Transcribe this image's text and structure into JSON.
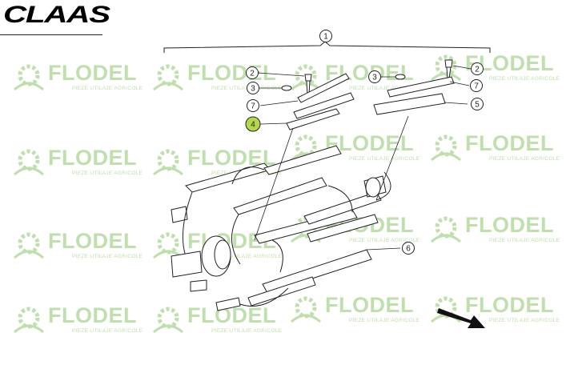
{
  "brand": {
    "logo_text": "CLAAS"
  },
  "watermark": {
    "name": "FLODEL",
    "tagline": "PIEZE UTILAJE AGRICOLE",
    "color": "#8cc56b"
  },
  "callouts": [
    {
      "id": "c1",
      "label": "1",
      "highlighted": false
    },
    {
      "id": "c2a",
      "label": "2",
      "highlighted": false
    },
    {
      "id": "c3a",
      "label": "3",
      "highlighted": false
    },
    {
      "id": "c7a",
      "label": "7",
      "highlighted": false
    },
    {
      "id": "c4",
      "label": "4",
      "highlighted": true
    },
    {
      "id": "c3b",
      "label": "3",
      "highlighted": false
    },
    {
      "id": "c2b",
      "label": "2",
      "highlighted": false
    },
    {
      "id": "c7b",
      "label": "7",
      "highlighted": false
    },
    {
      "id": "c5",
      "label": "5",
      "highlighted": false
    },
    {
      "id": "c6",
      "label": "6",
      "highlighted": false
    }
  ],
  "colors": {
    "highlight": "#b5d84a",
    "line": "#222222"
  },
  "icons": {
    "direction": "arrow-down-right-icon",
    "watermark": "gear-field-icon"
  }
}
